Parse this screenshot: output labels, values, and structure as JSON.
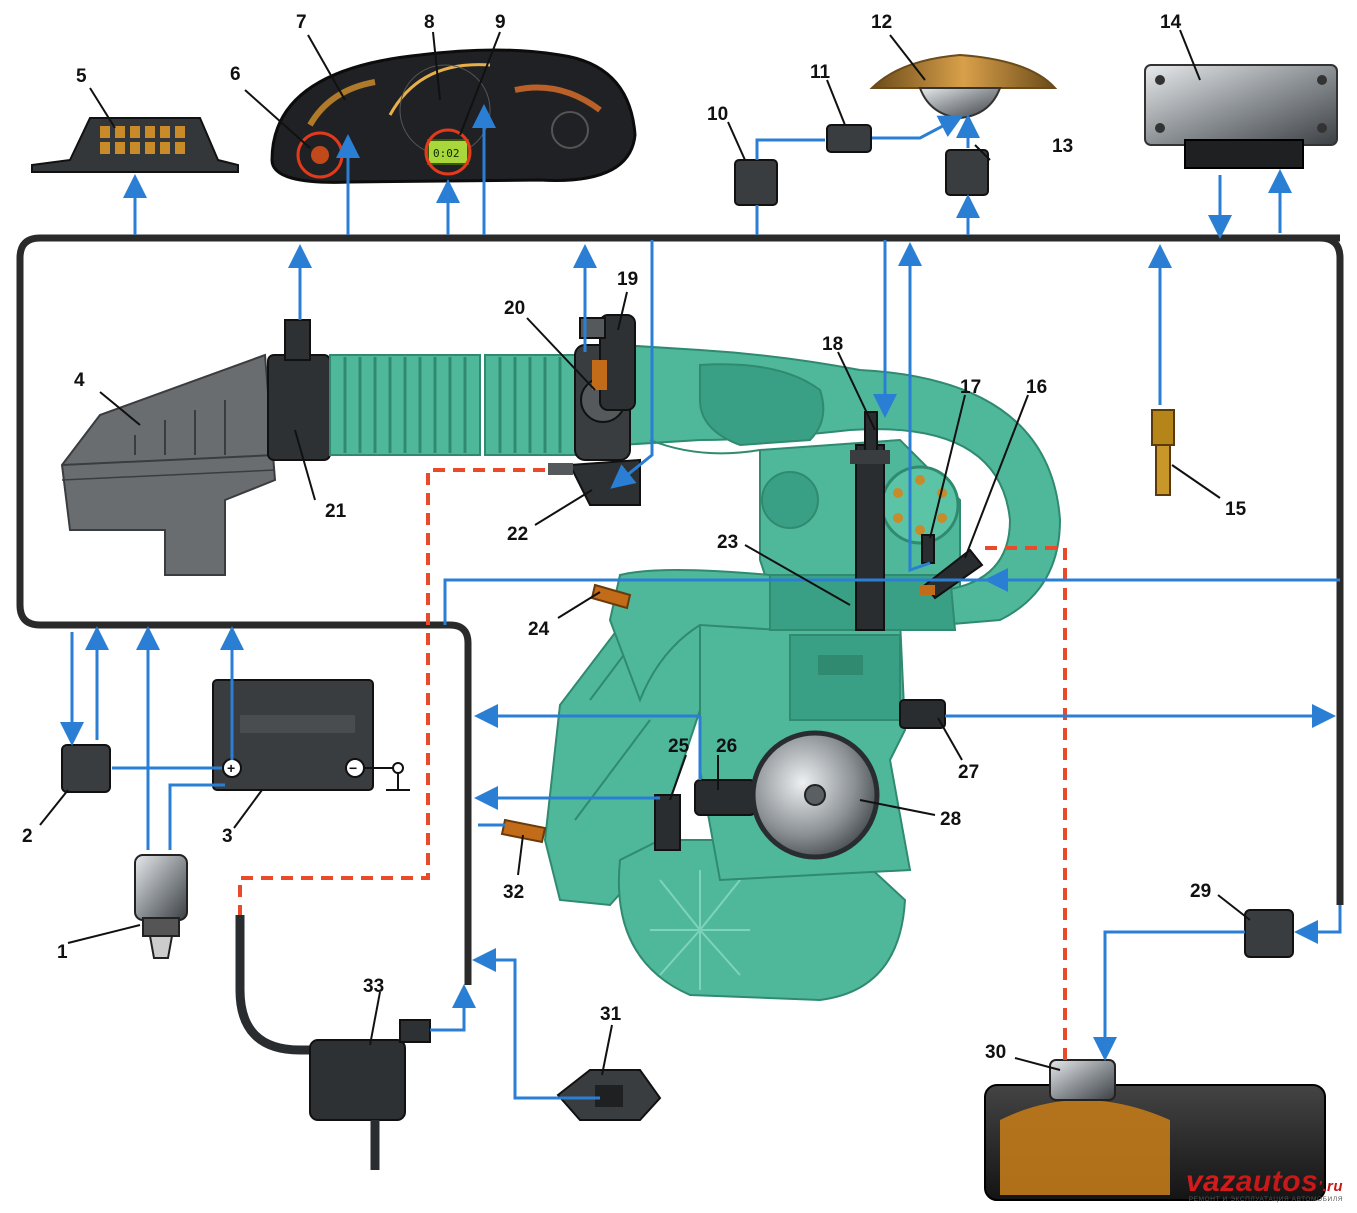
{
  "labels": {
    "l1": "1",
    "l2": "2",
    "l3": "3",
    "l4": "4",
    "l5": "5",
    "l6": "6",
    "l7": "7",
    "l8": "8",
    "l9": "9",
    "l10": "10",
    "l11": "11",
    "l12": "12",
    "l13": "13",
    "l14": "14",
    "l15": "15",
    "l16": "16",
    "l17": "17",
    "l18": "18",
    "l19": "19",
    "l20": "20",
    "l21": "21",
    "l22": "22",
    "l23": "23",
    "l24": "24",
    "l25": "25",
    "l26": "26",
    "l27": "27",
    "l28": "28",
    "l29": "29",
    "l30": "30",
    "l31": "31",
    "l32": "32",
    "l33": "33"
  },
  "dashboard": {
    "clock": "0:02",
    "battery_plus": "+",
    "battery_minus": "−"
  },
  "watermark": {
    "brand_a": "vaz",
    "brand_b": "autos",
    "brand_c": "'.ru",
    "tagline": "РЕМОНТ И ЭКСПЛУАТАЦИЯ АВТОМОБИЛЯ"
  },
  "colors": {
    "harness": "#2a2a2a",
    "signal": "#2a7fd4",
    "fuel_line": "#e84a2a",
    "engine": "#4fb89a",
    "engine_dark": "#2f8a70",
    "component": "#3a3d40"
  }
}
